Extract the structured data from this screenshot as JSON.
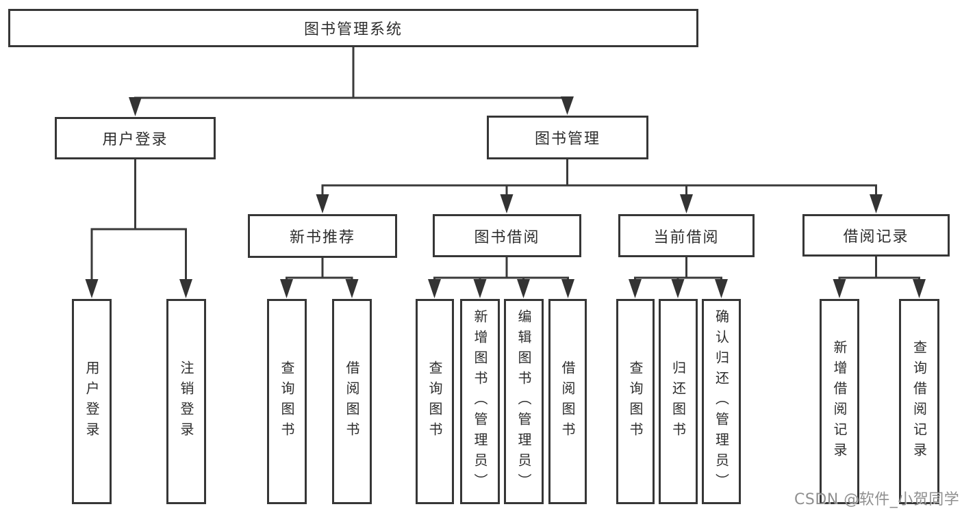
{
  "diagram": {
    "title": "图书管理系统",
    "tree": {
      "label": "图书管理系统",
      "children": [
        {
          "label": "用户登录",
          "children": [
            {
              "label": "用户登录"
            },
            {
              "label": "注销登录"
            }
          ]
        },
        {
          "label": "图书管理",
          "children": [
            {
              "label": "新书推荐",
              "children": [
                {
                  "label": "查询图书"
                },
                {
                  "label": "借阅图书"
                }
              ]
            },
            {
              "label": "图书借阅",
              "children": [
                {
                  "label": "查询图书"
                },
                {
                  "label": "新增图书（管理员）"
                },
                {
                  "label": "编辑图书（管理员）"
                },
                {
                  "label": "借阅图书"
                }
              ]
            },
            {
              "label": "当前借阅",
              "children": [
                {
                  "label": "查询图书"
                },
                {
                  "label": "归还图书"
                },
                {
                  "label": "确认归还（管理员）"
                }
              ]
            },
            {
              "label": "借阅记录",
              "children": [
                {
                  "label": "新增借阅记录"
                },
                {
                  "label": "查询借阅记录"
                }
              ]
            }
          ]
        }
      ]
    },
    "watermark": "CSDN @软件_小贺同学",
    "colors": {
      "background": "#ffffff",
      "line": "#3a3a3a",
      "box_border": "#363636",
      "text": "#2d2d2d",
      "watermark": "#868686"
    }
  }
}
